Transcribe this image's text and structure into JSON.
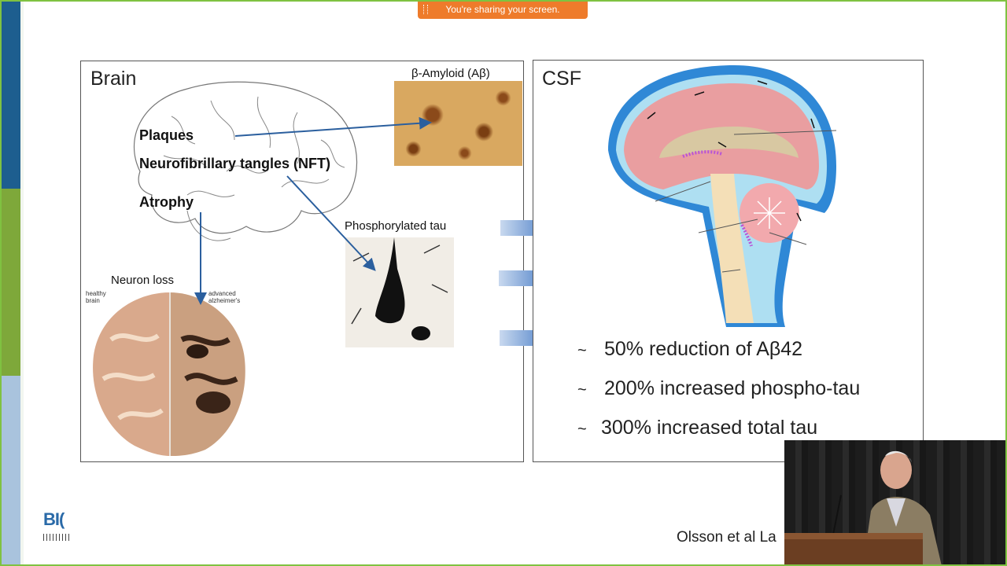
{
  "share_banner": {
    "text": "You're sharing your screen."
  },
  "brain_panel": {
    "title": "Brain",
    "labels": {
      "plaques": "Plaques",
      "nft": "Neurofibrillary tangles (NFT)",
      "atrophy": "Atrophy",
      "amyloid": "β-Amyloid (Aβ)",
      "phospho_tau": "Phosphorylated tau",
      "neuron_loss": "Neuron loss",
      "healthy_brain": "healthy brain",
      "advanced": "advanced alzheimer's"
    }
  },
  "csf_panel": {
    "title": "CSF",
    "bullets": [
      {
        "symbol": "~",
        "text": "50% reduction of Aβ42"
      },
      {
        "symbol": "~",
        "text": "200% increased phospho-tau"
      },
      {
        "symbol": "~",
        "text": "300% increased total tau"
      }
    ]
  },
  "footer": {
    "reference": "Olsson et al La",
    "logo_text": "BI("
  },
  "colors": {
    "accent_orange": "#ee7b2b",
    "frame_green": "#7fc241",
    "stripe_blue": "#1d5e8f",
    "stripe_green": "#7ea83a",
    "stripe_light": "#a9c3dd",
    "arrow_blue": "#3f76c3"
  },
  "icons": {
    "flow_arrow": "right-arrow-icon"
  }
}
